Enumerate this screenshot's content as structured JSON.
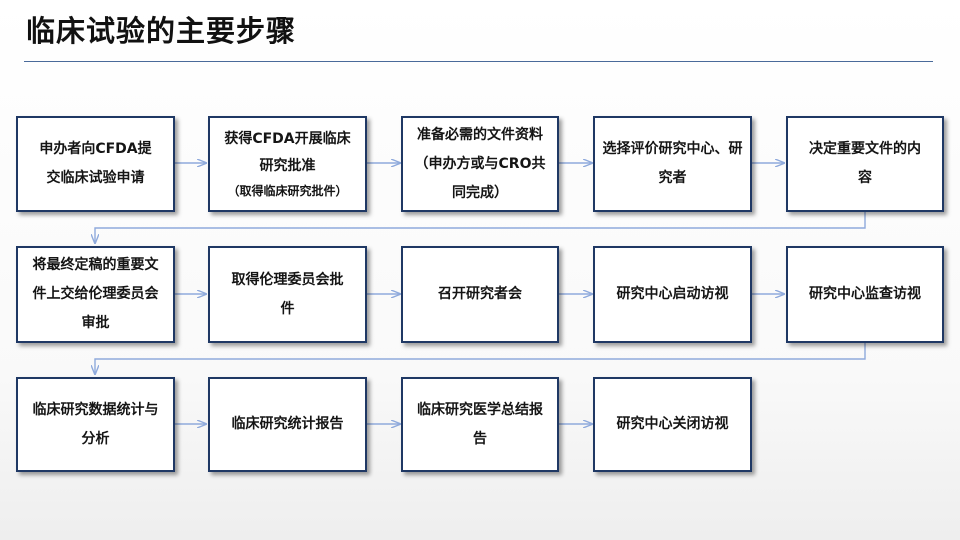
{
  "page": {
    "title": "临床试验的主要步骤"
  },
  "steps": {
    "s1": {
      "label": "申办者向CFDA提交临床试验申请"
    },
    "s2": {
      "label": "获得CFDA开展临床研究批准",
      "note": "（取得临床研究批件）"
    },
    "s3": {
      "label": "准备必需的文件资料（申办方或与CRO共同完成）"
    },
    "s4": {
      "label": "选择评价研究中心、研究者"
    },
    "s5": {
      "label": "决定重要文件的内容"
    },
    "s6": {
      "label": "将最终定稿的重要文件上交给伦理委员会审批"
    },
    "s7": {
      "label": "取得伦理委员会批件"
    },
    "s8": {
      "label": "召开研究者会"
    },
    "s9": {
      "label": "研究中心启动访视"
    },
    "s10": {
      "label": "研究中心监查访视"
    },
    "s11": {
      "label": "临床研究数据统计与分析"
    },
    "s12": {
      "label": "临床研究统计报告"
    },
    "s13": {
      "label": "临床研究医学总结报告"
    },
    "s14": {
      "label": "研究中心关闭访视"
    }
  },
  "colors": {
    "box_border": "#1f3864",
    "connector": "#8faadc",
    "title_rule": "#4a6a9a"
  }
}
